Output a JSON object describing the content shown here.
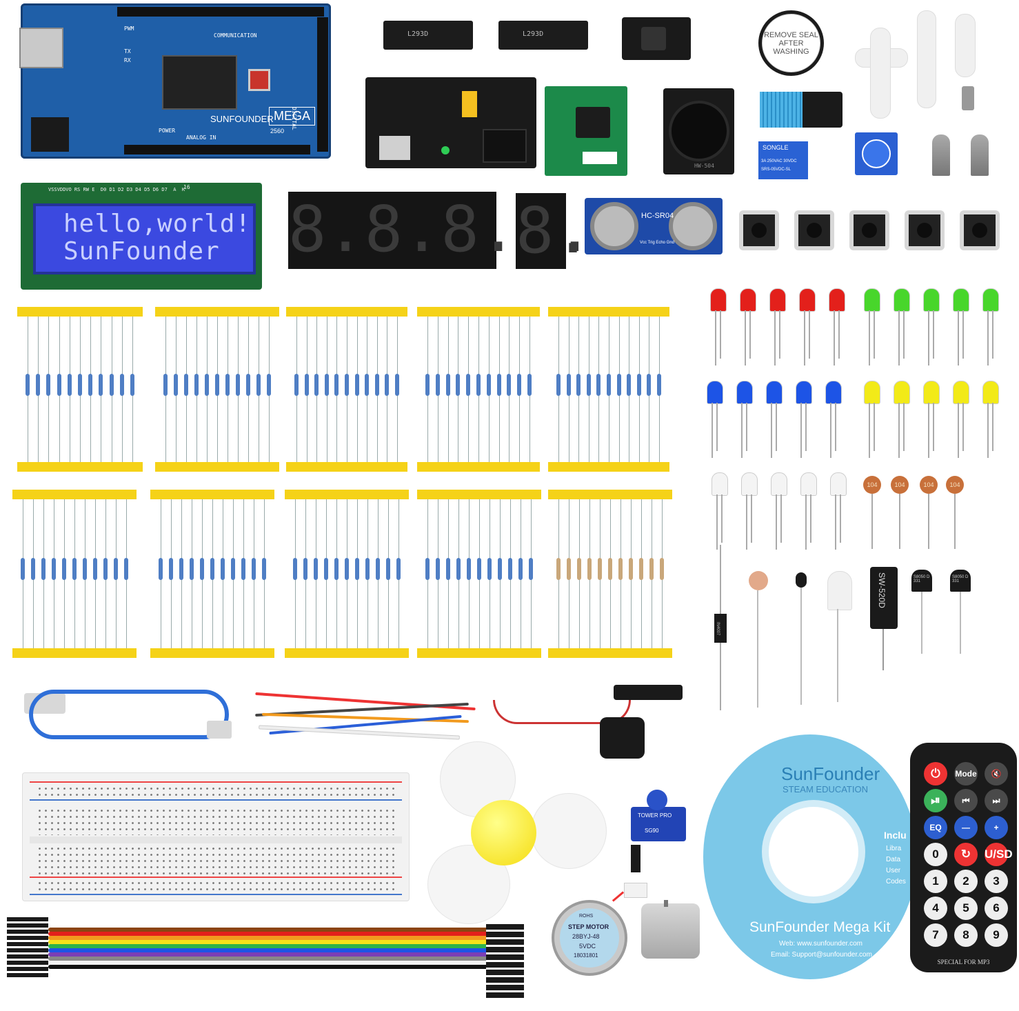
{
  "board": {
    "brand_label": "SUNFOUNDER",
    "model_label": "MEGA",
    "model_number": "2560",
    "section_communication": "COMMUNICATION",
    "section_power": "POWER",
    "section_analog": "ANALOG IN",
    "section_digital": "DIGITAL",
    "label_tx": "TX",
    "label_rx": "RX",
    "label_pwm": "PWM"
  },
  "ic_chips": [
    {
      "label": "L293D"
    },
    {
      "label": "L293D"
    }
  ],
  "buzzer": {
    "label": "REMOVE SEAL AFTER WASHING"
  },
  "lcd": {
    "line1": "hello,world!",
    "line2": "SunFounder",
    "pin_header": "VSSVDDVO RS RW E  D0 D1 D2 D3 D4 D5 D6 D7  A  K",
    "pin_count": "16"
  },
  "seven_segment": {
    "digits4": "8.8.8.8.",
    "digit1": "8."
  },
  "ultrasonic": {
    "label": "HC-SR04",
    "pin_labels": "Vcc Trig Echo Gnd"
  },
  "joystick": {
    "label": "HW-504"
  },
  "relay": {
    "brand": "SONGLE",
    "rating": "3A 250VAC 30VDC",
    "model": "SRS-05VDC-SL"
  },
  "capacitor_label": "104",
  "tilt_switch": {
    "label": "SW-520D"
  },
  "transistor": {
    "label": "S8050 D 331"
  },
  "diode": {
    "label": "IN4007"
  },
  "step_motor": {
    "brand": "ROHS",
    "label": "STEP MOTOR",
    "model": "28BYJ-48",
    "voltage": "5VDC",
    "serial": "18031801"
  },
  "servo": {
    "label": "TOWER PRO",
    "model": "SG90"
  },
  "cd": {
    "brand": "SunFounder",
    "subtitle": "STEAM EDUCATION",
    "includes_title": "Inclu",
    "includes": [
      "Libra",
      "Data",
      "User",
      "Codes"
    ],
    "title": "SunFounder Mega Kit",
    "web": "Web: www.sunfounder.com",
    "email": "Email: Support@sunfounder.com"
  },
  "remote": {
    "buttons": [
      "⏻",
      "Mode",
      "🔇",
      "⏯",
      "⏮",
      "⏭",
      "EQ",
      "—",
      "+",
      "0",
      "↻",
      "U/SD",
      "1",
      "2",
      "3",
      "4",
      "5",
      "6",
      "7",
      "8",
      "9"
    ],
    "footer": "SPECIAL FOR MP3"
  },
  "colors": {
    "board_blue": "#1f5fa8",
    "lcd_blue": "#3b49e0",
    "strip_yellow": "#f5d218",
    "led_red": "#e3201b",
    "led_green": "#48d62b",
    "led_blue": "#1d54e6",
    "led_yellow": "#f2ea18",
    "cd_blue": "#7cc8e8"
  }
}
